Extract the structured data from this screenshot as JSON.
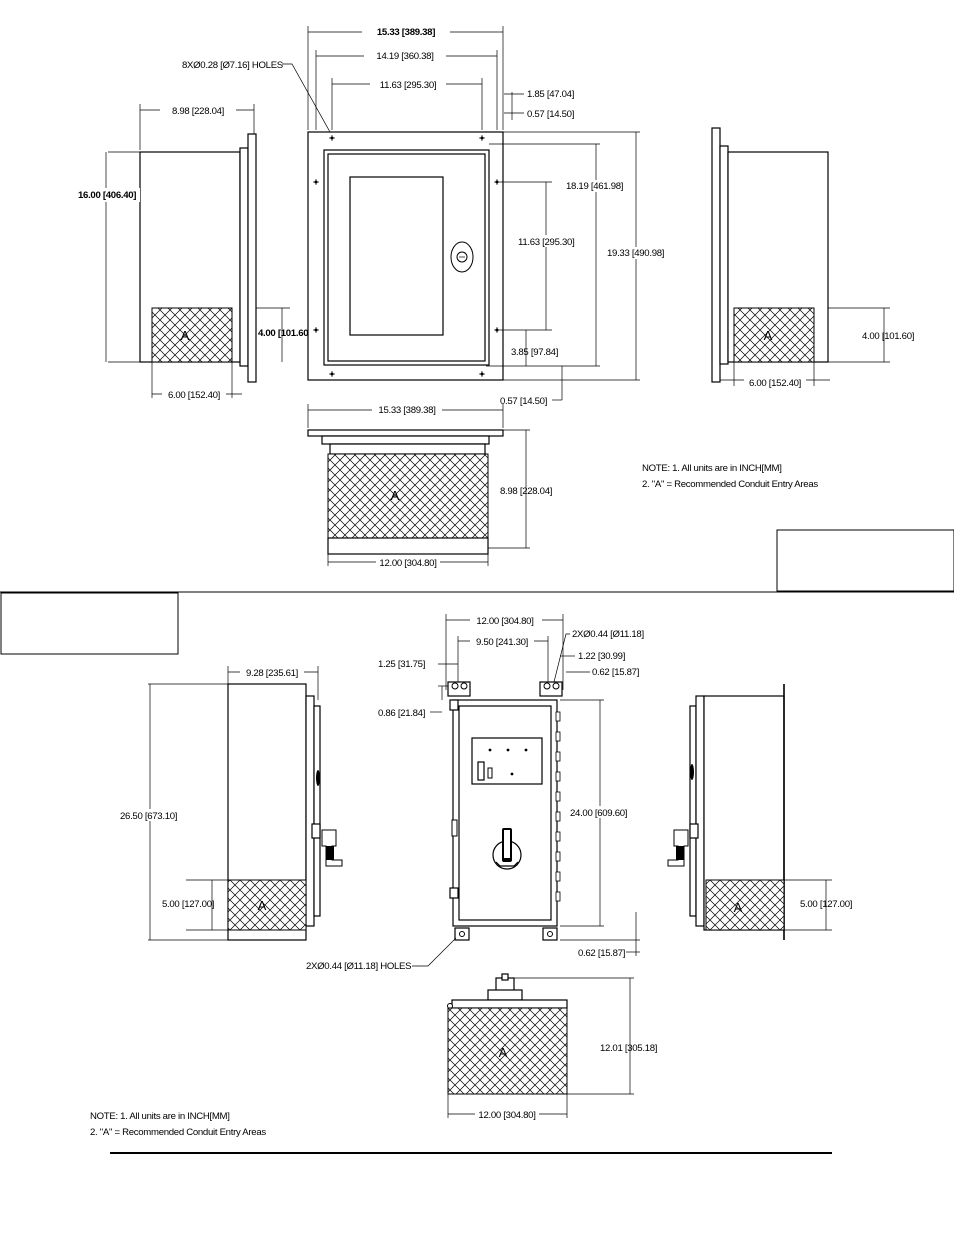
{
  "top": {
    "overall_width": "15.33 [389.38]",
    "holes": "8XØ0.28 [Ø7.16] HOLES",
    "hole_span": "14.19 [360.38]",
    "hole_inner": "11.63 [295.30]",
    "hole_offset_top": "1.85 [47.04]",
    "flange_right": "0.57 [14.50]",
    "depth_left": "8.98 [228.04]",
    "height_left": "16.00 [406.40]",
    "hatch_height_left": "4.00 [101.60]",
    "hatch_width_left": "6.00 [152.40]",
    "height_inner": "18.19 [461.98]",
    "hole_vertical": "11.63 [295.30]",
    "height_overall": "19.33 [490.98]",
    "hole_bottom": "3.85 [97.84]",
    "flange_bottom": "0.57 [14.50]",
    "hatch_height_right": "4.00 [101.60]",
    "hatch_width_right": "6.00 [152.40]",
    "bottom_width": "15.33 [389.38]",
    "bottom_depth": "8.98 [228.04]",
    "bottom_base": "12.00 [304.80]",
    "note_1": "NOTE:  1. All units are in INCH[MM]",
    "note_2": "2. \"A\" = Recommended Conduit Entry Areas",
    "area_label": "A"
  },
  "bottom": {
    "width": "12.00 [304.80]",
    "mount_span": "9.50 [241.30]",
    "holes_top": "2XØ0.44 [Ø11.18]",
    "left_offset": "1.25 [31.75]",
    "right_offset": "1.22 [30.99]",
    "tab_height_top": "0.62 [15.87]",
    "tab_left": "0.86 [21.84]",
    "depth_left": "9.28 [235.61]",
    "height_left": "26.50 [673.10]",
    "hatch_height_left": "5.00 [127.00]",
    "body_height": "24.00 [609.60]",
    "hatch_height_right": "5.00 [127.00]",
    "holes_bottom": "2XØ0.44 [Ø11.18] HOLES",
    "tab_height_bottom": "0.62 [15.87]",
    "bottom_depth": "12.01 [305.18]",
    "bottom_base": "12.00 [304.80]",
    "note_1": "NOTE:  1. All units are in INCH[MM]",
    "note_2": "2. \"A\" = Recommended Conduit Entry Areas",
    "area_label": "A"
  }
}
